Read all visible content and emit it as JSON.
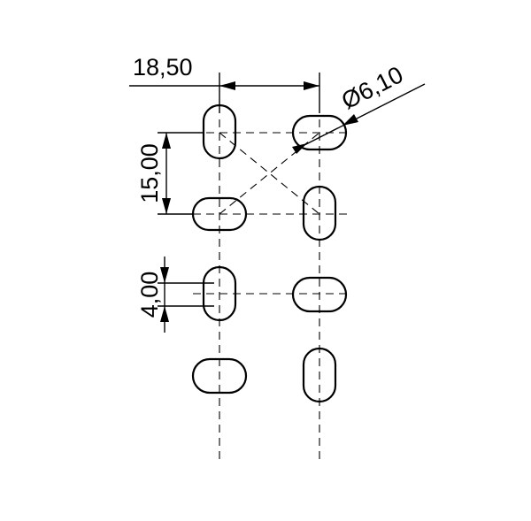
{
  "dimensions": {
    "pitch_horizontal": "18,50",
    "hole_diameter": "Ø6,10",
    "pitch_vertical": "15,00",
    "slot_width": "4,00"
  },
  "pattern": {
    "columns": 2,
    "rows": 4,
    "slots": [
      {
        "row": 1,
        "col": 1,
        "orientation": "vertical"
      },
      {
        "row": 1,
        "col": 2,
        "orientation": "horizontal"
      },
      {
        "row": 2,
        "col": 1,
        "orientation": "horizontal"
      },
      {
        "row": 2,
        "col": 2,
        "orientation": "vertical"
      },
      {
        "row": 3,
        "col": 1,
        "orientation": "vertical"
      },
      {
        "row": 3,
        "col": 2,
        "orientation": "horizontal"
      },
      {
        "row": 4,
        "col": 1,
        "orientation": "horizontal"
      },
      {
        "row": 4,
        "col": 2,
        "orientation": "vertical"
      }
    ]
  }
}
